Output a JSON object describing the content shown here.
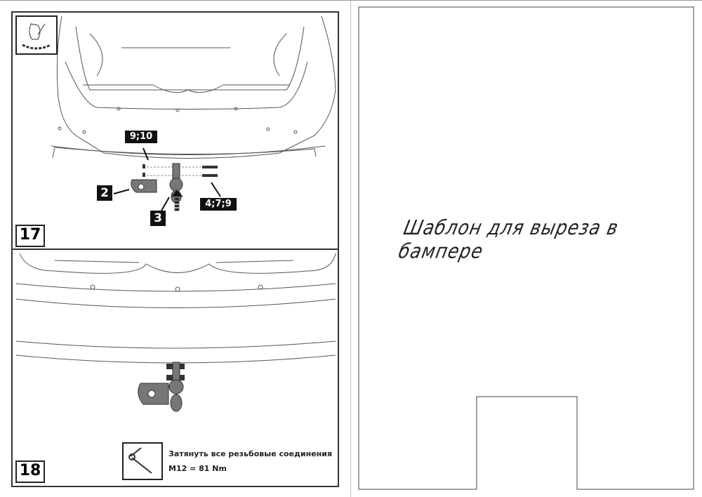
{
  "left_page": {
    "step17": {
      "number": "17",
      "labels": {
        "l_910": "9;10",
        "l_2": "2",
        "l_3": "3",
        "l_479": "4;7;9"
      },
      "icon": "hand-tool-icon"
    },
    "step18": {
      "number": "18",
      "instruction": "Затянуть все резьбовые соединения",
      "torque": "M12 = 81 Nm",
      "icon": "torque-wrench-icon"
    }
  },
  "right_page": {
    "template_title": "Шаблон для выреза в бампере"
  }
}
